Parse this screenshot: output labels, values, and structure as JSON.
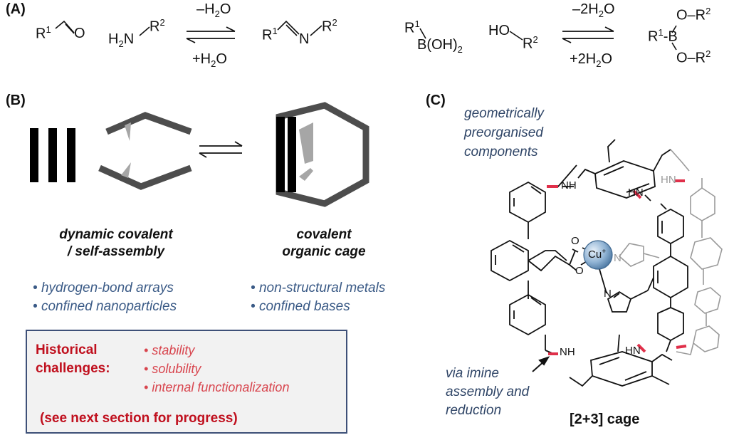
{
  "panel_a": {
    "label": "(A)",
    "aldehyde_r": "R",
    "aldehyde_r_sup": "1",
    "aldehyde_o": "O",
    "amine_h2n": "H",
    "amine_sub": "2",
    "amine_n": "N",
    "amine_r": "R",
    "amine_r_sup": "2",
    "arrow1_top": "–H",
    "arrow1_top_sub": "2",
    "arrow1_top_end": "O",
    "arrow1_bottom": "+H",
    "arrow1_bottom_sub": "2",
    "arrow1_bottom_end": "O",
    "imine_r1": "R",
    "imine_r1_sup": "1",
    "imine_n": "N",
    "imine_r2": "R",
    "imine_r2_sup": "2",
    "boronic_r": "R",
    "boronic_r_sup": "1",
    "boronic_b": "B(OH)",
    "boronic_sub": "2",
    "alcohol_ho": "HO",
    "alcohol_r": "R",
    "alcohol_r_sup": "2",
    "arrow2_top": "–2H",
    "arrow2_top_sub": "2",
    "arrow2_top_end": "O",
    "arrow2_bottom": "+2H",
    "arrow2_bottom_sub": "2",
    "arrow2_bottom_end": "O",
    "ester_r1": "R",
    "ester_r1_sup": "1",
    "ester_b": "-B",
    "ester_o_top": "O–R",
    "ester_o_top_sup": "2",
    "ester_o_bottom": "O–R",
    "ester_o_bottom_sup": "2"
  },
  "panel_b": {
    "label": "(B)",
    "left_title_1": "dynamic covalent",
    "left_title_2": "/ self-assembly",
    "right_title_1": "covalent",
    "right_title_2": "organic cage",
    "left_bullets": [
      "hydrogen-bond arrays",
      "confined nanoparticles"
    ],
    "right_bullets": [
      "non-structural metals",
      "confined bases"
    ],
    "bullet_char": "•",
    "challenges_title_1": "Historical",
    "challenges_title_2": "challenges:",
    "challenges": [
      "stability",
      "solubility",
      "internal functionalization"
    ],
    "footer": "(see next section for progress)"
  },
  "panel_c": {
    "label": "(C)",
    "annotation_top": [
      "geometrically",
      "preorganised",
      "components"
    ],
    "annotation_bottom": [
      "via imine",
      "assembly and",
      "reduction"
    ],
    "caption": "[2+3] cage",
    "nh_label": "NH",
    "hn_label": "HN",
    "cu_label": "Cu",
    "cu_charge": "+",
    "o_label": "O",
    "n_label": "N"
  },
  "colors": {
    "blue_text": "#2e4466",
    "bullet_blue": "#3a5a86",
    "red_bold": "#c0101e",
    "red_light": "#d8454e",
    "box_fill": "#f2f2f2",
    "box_border": "#3e5078",
    "bond_red": "#e0304a",
    "cu_sphere": "#8fb2d3"
  }
}
